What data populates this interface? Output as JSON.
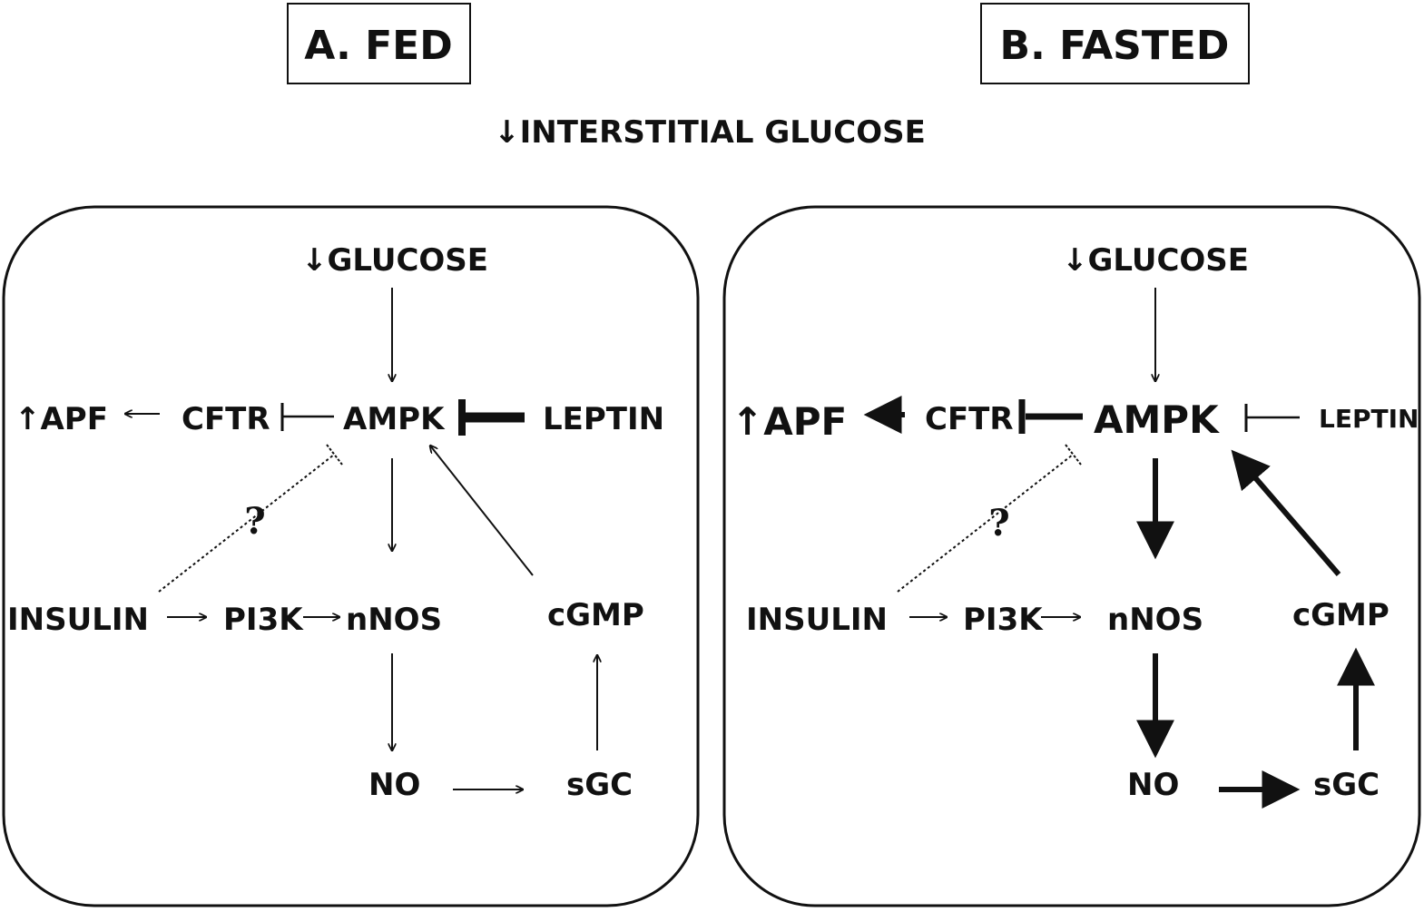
{
  "title": "",
  "header": {
    "panel_a_title": "A. FED",
    "panel_b_title": "B. FASTED",
    "interstitial": "↓INTERSTITIAL GLUCOSE"
  },
  "panel_a": {
    "glucose": "↓GLUCOSE",
    "apf": "↑APF",
    "cftr": "CFTR",
    "ampk": "AMPK",
    "leptin": "LEPTIN",
    "question": "?",
    "insulin": "INSULIN",
    "pi3k": "PI3K",
    "nnos": "nNOS",
    "cgmp": "cGMP",
    "no": "NO",
    "sgc": "sGC"
  },
  "panel_b": {
    "glucose": "↓GLUCOSE",
    "apf": "↑APF",
    "cftr": "CFTR",
    "ampk": "AMPK",
    "leptin": "LEPTIN",
    "question": "?",
    "insulin": "INSULIN",
    "pi3k": "PI3K",
    "nnos": "nNOS",
    "cgmp": "cGMP",
    "no": "NO",
    "sgc": "sGC"
  }
}
